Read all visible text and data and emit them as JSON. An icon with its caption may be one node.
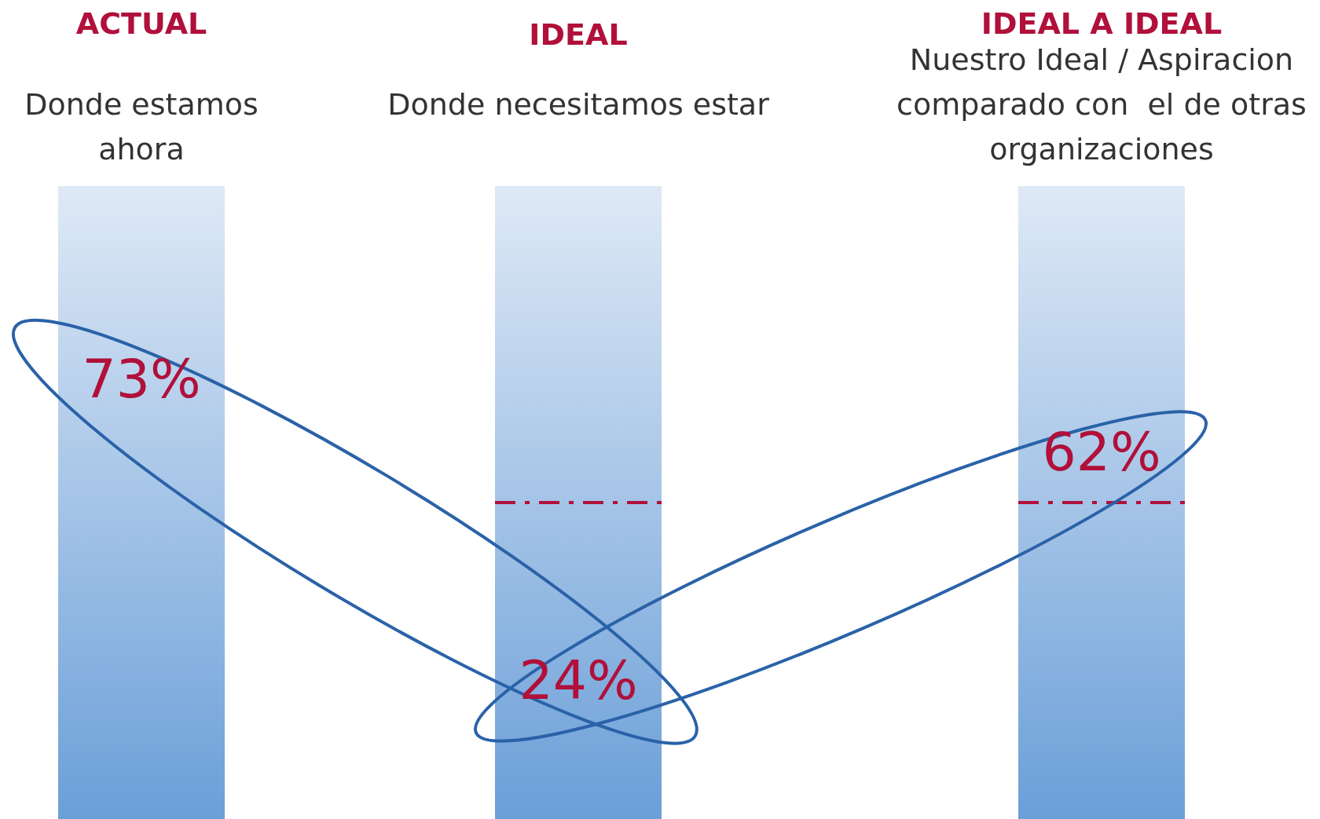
{
  "diagram": {
    "nodes": [
      {
        "text": [
          "ACTUAL",
          "Donde estamos ahora",
          "73%"
        ]
      },
      {
        "text": [
          "IDEAL",
          "Donde necesitamos estar",
          "24%"
        ]
      },
      {
        "text": [
          "IDEAL A IDEAL",
          "Nuestro Ideal / Aspiracion comparado con  el de otras organizaciones",
          "62%"
        ]
      }
    ]
  }
}
